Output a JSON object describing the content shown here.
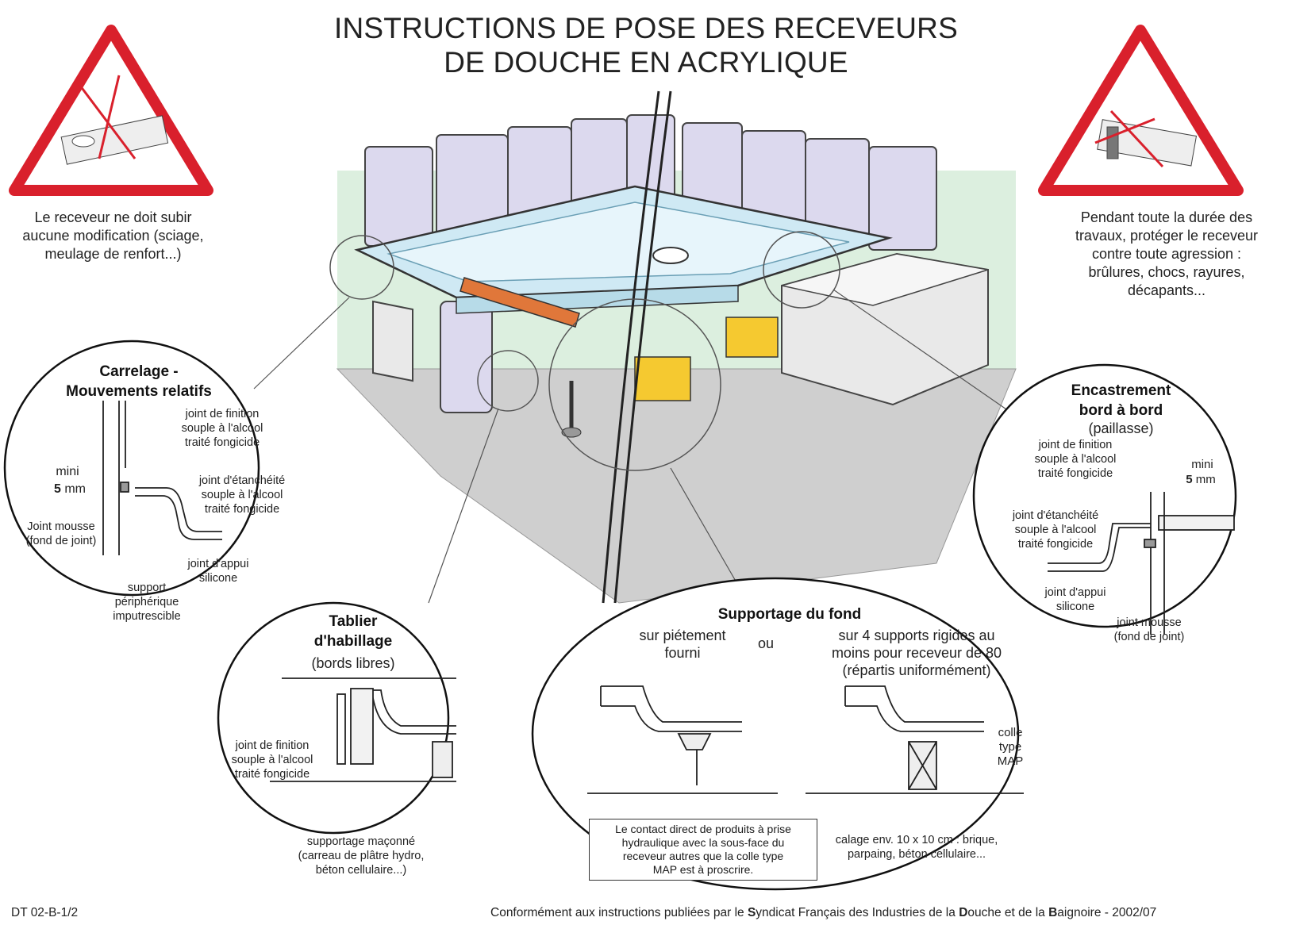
{
  "title": {
    "line1": "INSTRUCTIONS DE POSE DES RECEVEURS",
    "line2": "DE DOUCHE EN ACRYLIQUE"
  },
  "warning_left": {
    "icon": "no-cutting-warning-icon",
    "text": [
      "Le receveur ne doit subir",
      "aucune modification (sciage,",
      "meulage de renfort...)"
    ]
  },
  "warning_right": {
    "icon": "no-damage-warning-icon",
    "text": [
      "Pendant toute la durée des",
      "travaux, protéger le receveur",
      "contre toute agression :",
      "brûlures, chocs, rayures,",
      "décapants..."
    ]
  },
  "detail_carrelage": {
    "heading1": "Carrelage -",
    "heading2": "Mouvements relatifs",
    "joint_finition": [
      "joint de finition",
      "souple à l'alcool",
      "traité fongicide"
    ],
    "mini": "mini",
    "dim_value": "5",
    "dim_unit": "mm",
    "joint_etancheite": [
      "joint d'étanchéité",
      "souple à l'alcool",
      "traité fongicide"
    ],
    "joint_mousse": [
      "Joint mousse",
      "(fond de joint)"
    ],
    "joint_appui": [
      "joint d'appui",
      "silicone"
    ],
    "support": [
      "support",
      "périphérique",
      "imputrescible"
    ]
  },
  "detail_tablier": {
    "heading1": "Tablier",
    "heading2": "d'habillage",
    "sub": "(bords libres)",
    "joint_finition": [
      "joint de finition",
      "souple à l'alcool",
      "traité fongicide"
    ],
    "supportage": [
      "supportage maçonné",
      "(carreau de plâtre hydro,",
      "béton cellulaire...)"
    ]
  },
  "detail_supportage": {
    "heading": "Supportage du fond",
    "option1": [
      "sur piétement",
      "fourni"
    ],
    "ou": "ou",
    "option2": [
      "sur 4 supports rigides au",
      "moins pour receveur de 80",
      "(répartis uniformément)"
    ],
    "colle": [
      "colle",
      "type",
      "MAP"
    ],
    "note": [
      "Le contact direct de produits à prise",
      "hydraulique avec la sous-face du",
      "receveur autres que la colle type",
      "MAP est à proscrire."
    ],
    "calage": [
      "calage env. 10 x 10 cm : brique,",
      "parpaing, béton cellulaire..."
    ]
  },
  "detail_encastrement": {
    "heading1": "Encastrement",
    "heading2": "bord à bord",
    "sub": "(paillasse)",
    "joint_finition": [
      "joint de finition",
      "souple à l'alcool",
      "traité fongicide"
    ],
    "mini": "mini",
    "dim_value": "5",
    "dim_unit": "mm",
    "joint_etancheite": [
      "joint d'étanchéité",
      "souple à l'alcool",
      "traité fongicide"
    ],
    "joint_appui": [
      "joint d'appui",
      "silicone"
    ],
    "joint_mousse": [
      "joint mousse",
      "(fond de joint)"
    ]
  },
  "footer": {
    "ref": "DT 02-B-1/2",
    "credit_pre": "Conformément aux instructions publiées par le ",
    "S": "S",
    "credit_mid1": "yndicat Français des Industries de la ",
    "D": "D",
    "credit_mid2": "ouche et de la ",
    "B": "B",
    "credit_end": "aignoire - 2002/07"
  },
  "colors": {
    "warning_red": "#d9202c",
    "tray_blue": "#cfe9f4",
    "tile_lavender": "#dcd9ee",
    "wall_green": "#dcefdf",
    "floor_grey": "#cfcfcf",
    "block_yellow": "#f5c930",
    "level_orange": "#e0773a"
  }
}
